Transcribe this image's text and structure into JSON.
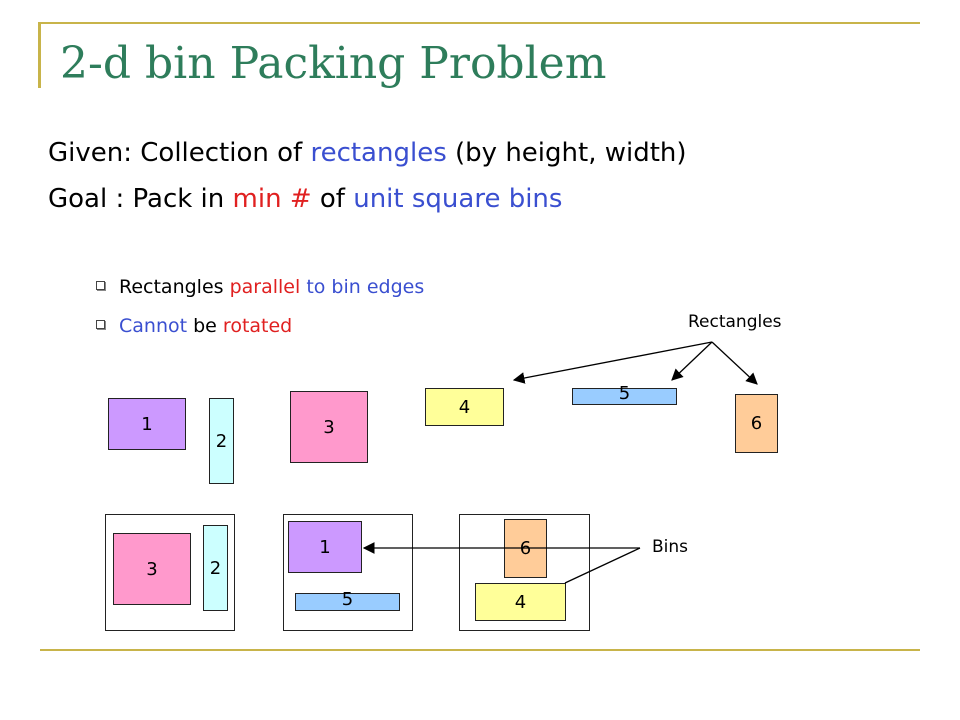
{
  "title": "2-d bin Packing Problem",
  "given": {
    "prefix": "Given:  Collection of ",
    "highlight": "rectangles",
    "suffix": " (by height, width)"
  },
  "goal": {
    "prefix": "Goal  :  Pack in ",
    "min": "min #",
    "middle": " of ",
    "bins": "unit square bins"
  },
  "bullets": {
    "b1": {
      "w1": "Rectangles ",
      "w2": "parallel",
      "w3": " to bin edges"
    },
    "b2": {
      "w1": "Cannot",
      "w2": " be ",
      "w3": "rotated"
    }
  },
  "labels": {
    "rectangles": "Rectangles",
    "bins": "Bins"
  },
  "rectangles": [
    "1",
    "2",
    "3",
    "4",
    "5",
    "6"
  ],
  "bins": [
    [
      "3",
      "2"
    ],
    [
      "1",
      "5"
    ],
    [
      "6",
      "4"
    ]
  ],
  "colors": {
    "accent_title": "#2e7d5b",
    "blue_text": "#3a4fd0",
    "red_text": "#e02020",
    "rect1": "#cc99ff",
    "rect2": "#ccffff",
    "rect3": "#ff99cc",
    "rect4": "#ffff99",
    "rect5": "#99ccff",
    "rect6": "#ffcc99"
  }
}
